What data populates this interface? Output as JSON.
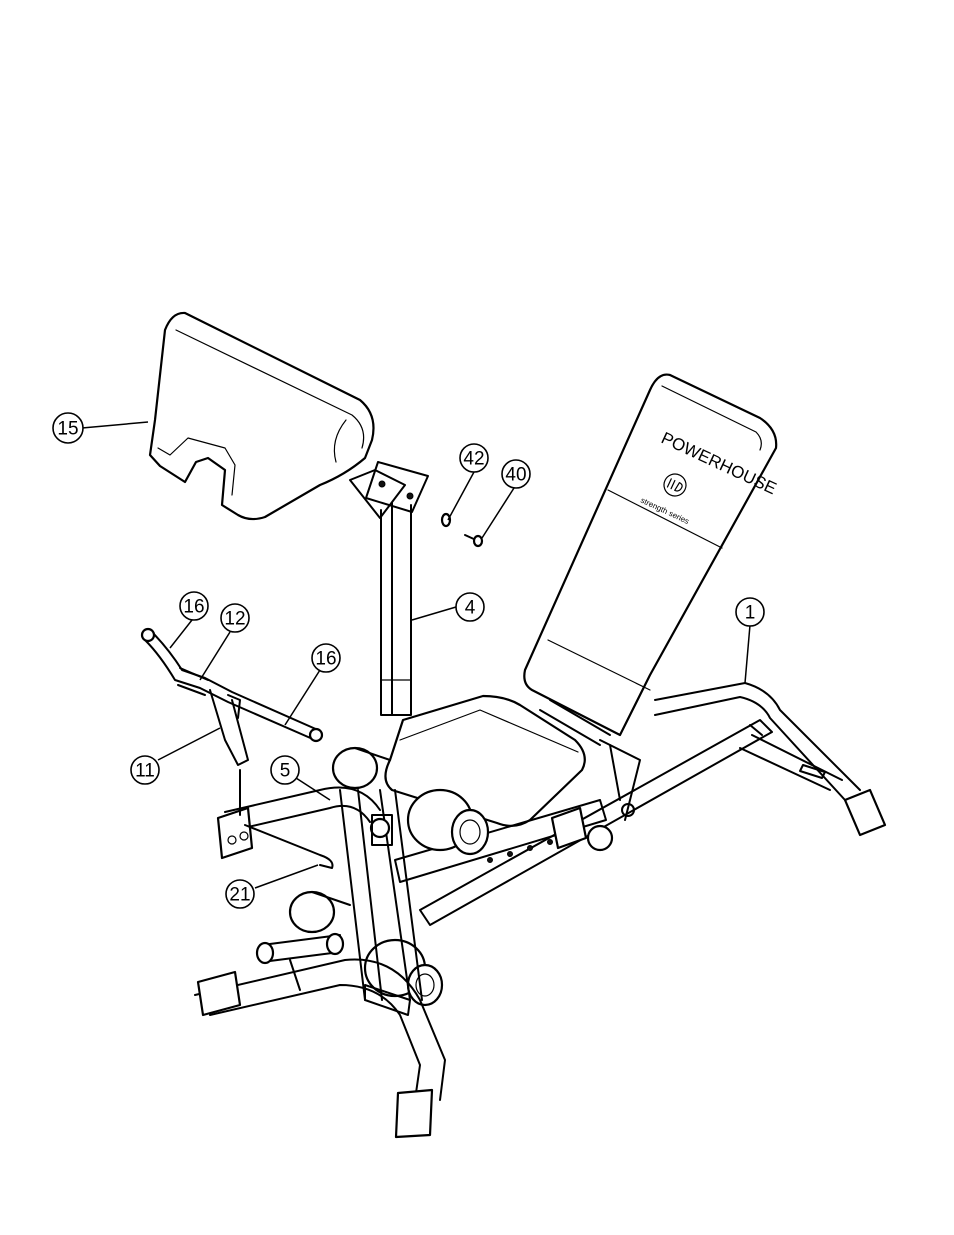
{
  "seat_back": {
    "brand_text": "POWERHOUSE",
    "tagline": "strength series"
  },
  "callouts": [
    {
      "id": "1",
      "label": "1"
    },
    {
      "id": "4",
      "label": "4"
    },
    {
      "id": "5",
      "label": "5"
    },
    {
      "id": "11",
      "label": "11"
    },
    {
      "id": "12",
      "label": "12"
    },
    {
      "id": "15",
      "label": "15"
    },
    {
      "id": "16a",
      "label": "16"
    },
    {
      "id": "16b",
      "label": "16"
    },
    {
      "id": "21",
      "label": "21"
    },
    {
      "id": "40",
      "label": "40"
    },
    {
      "id": "42",
      "label": "42"
    }
  ]
}
